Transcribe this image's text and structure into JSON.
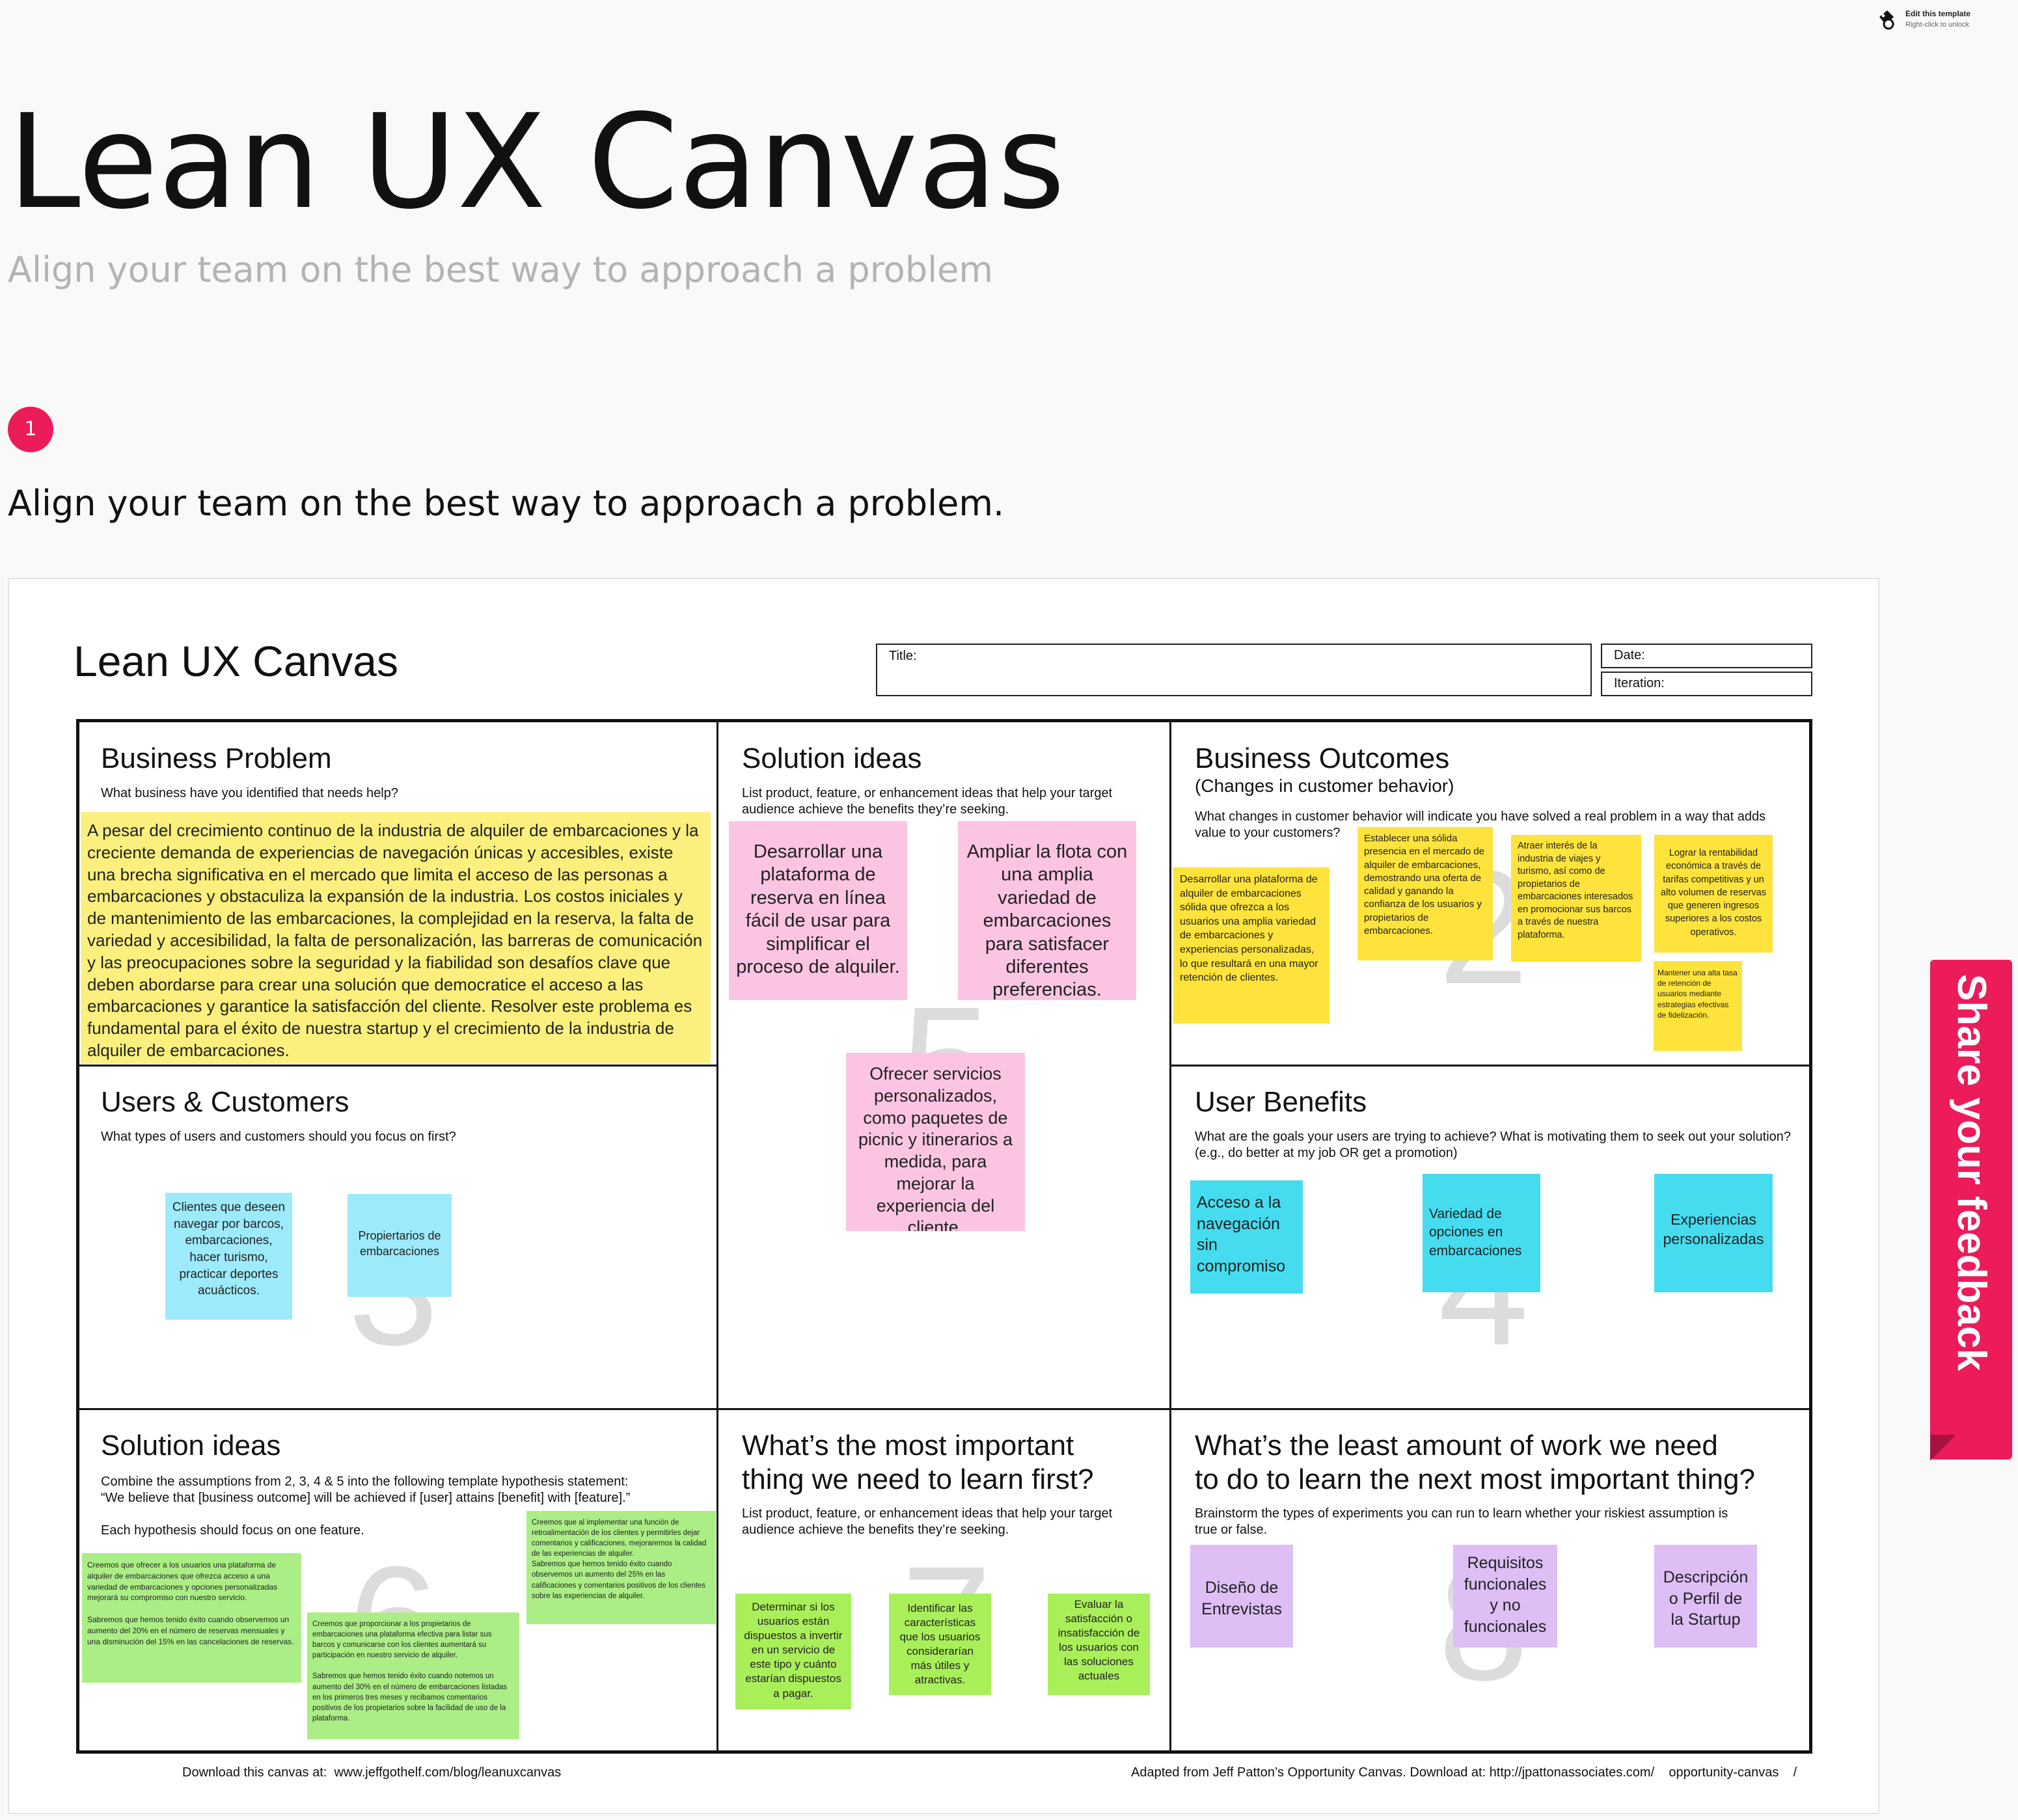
{
  "header": {
    "edit_template": {
      "title": "Edit this template",
      "subtitle": "Right-click to unlock",
      "icon": "edit-lock-icon"
    },
    "title": "Lean UX Canvas",
    "subtitle": "Align your team on the best way to approach a problem",
    "step_number": "1",
    "step_text": "Align your team on the best way to approach a problem."
  },
  "canvas": {
    "title": "Lean UX Canvas",
    "fields": {
      "title_label": "Title:",
      "date_label": "Date:",
      "iteration_label": "Iteration:"
    },
    "sections": {
      "business_problem": {
        "heading": "Business Problem",
        "description": "What business have you identified that needs help?",
        "note": "A pesar del crecimiento continuo de la industria de alquiler de embarcaciones y la creciente demanda de experiencias de navegación únicas y accesibles, existe una brecha significativa en el mercado que limita el acceso de las personas a embarcaciones y obstaculiza la expansión de la industria. Los costos iniciales y de mantenimiento de las embarcaciones, la complejidad en la reserva, la falta de variedad y accesibilidad, la falta de personalización, las barreras de comunicación y las preocupaciones sobre la seguridad y la fiabilidad son desafíos clave que deben abordarse para crear una solución que democratice el acceso a las embarcaciones y garantice la satisfacción del cliente. Resolver este problema es fundamental para el éxito de nuestra startup y el crecimiento de la industria de alquiler de embarcaciones."
      },
      "solution_ideas_top": {
        "heading": "Solution ideas",
        "description": "List product, feature, or enhancement ideas that help your target audience achieve the benefits they’re seeking.",
        "number": "5",
        "notes": [
          "Desarrollar una plataforma de reserva en línea fácil de usar para simplificar el proceso de alquiler.",
          "Ampliar la flota con una amplia variedad de embarcaciones para satisfacer diferentes preferencias.",
          "Ofrecer servicios personalizados, como paquetes de picnic y itinerarios a medida, para mejorar la experiencia del cliente."
        ]
      },
      "business_outcomes": {
        "heading": "Business Outcomes",
        "subheading": "(Changes in customer behavior)",
        "description": "What changes in customer behavior will indicate you have solved a real problem in a way that adds value to your customers?",
        "number": "2",
        "notes": [
          "Desarrollar una plataforma de alquiler de embarcaciones sólida que ofrezca a los usuarios una amplia variedad de embarcaciones y experiencias personalizadas, lo que resultará en una mayor retención de clientes.",
          "Establecer una sólida presencia en el mercado de alquiler de embarcaciones, demostrando una oferta de calidad y ganando la confianza de los usuarios y propietarios de embarcaciones.",
          "Atraer interés de la industria de viajes y turismo, así como de propietarios de embarcaciones interesados en promocionar sus barcos a través de nuestra plataforma.",
          "Lograr la rentabilidad económica a través de tarifas competitivas y un alto volumen de reservas que generen ingresos superiores a los costos operativos.",
          "Mantener una alta tasa de retención de usuarios mediante estrategias efectivas de fidelización."
        ]
      },
      "users_customers": {
        "heading": "Users & Customers",
        "description": "What types of users and customers should you focus on first?",
        "number": "3",
        "notes": [
          "Clientes que deseen navegar por barcos, embarcaciones, hacer turismo, practicar deportes acuácticos.",
          "Propiertarios de embarcaciones"
        ]
      },
      "user_benefits": {
        "heading": "User Benefits",
        "description": "What are the goals your users are trying to achieve? What is motivating them to seek out your solution? (e.g., do better at my job OR get a promotion)",
        "number": "4",
        "notes": [
          "Acceso a la navegación sin compromiso",
          "Variedad de opciones en embarcaciones",
          "Experiencias personalizadas"
        ]
      },
      "solution_ideas_bottom": {
        "heading": "Solution ideas",
        "description_line1": "Combine the assumptions from 2, 3, 4 & 5 into the following template hypothesis statement:",
        "description_line2": "“We believe that [business outcome] will be achieved if [user] attains [benefit] with [feature].”",
        "description_line3": "Each hypothesis should focus on one feature.",
        "number": "6",
        "notes": [
          "Creemos que ofrecer a los usuarios una plataforma de alquiler de embarcaciones que ofrezca acceso a una variedad de embarcaciones y opciones personalizadas mejorará su compromiso con nuestro servicio.\n\nSabremos que hemos tenido éxito cuando observemos un aumento del 20% en el número de reservas mensuales y una disminución del 15% en las cancelaciones de reservas.",
          "Creemos que proporcionar a los propietarios de embarcaciones una plataforma efectiva para listar sus barcos y comunicarse con los clientes aumentará su participación en nuestro servicio de alquiler.\n\nSabremos que hemos tenido éxito cuando notemos un aumento del 30% en el número de embarcaciones listadas en los primeros tres meses y recibamos comentarios positivos de los propietarios sobre la facilidad de uso de la plataforma.",
          "Creemos que al implementar una función de retroalimentación de los clientes y permitirles dejar comentarios y calificaciones, mejoraremos la calidad de las experiencias de alquiler.\nSabremos que hemos tenido éxito cuando observemos un aumento del 25% en las calificaciones y comentarios positivos de los clientes sobre las experiencias de alquiler."
        ]
      },
      "most_important": {
        "heading_line1": "What’s the most important",
        "heading_line2": "thing we need to learn first?",
        "description": "List product, feature, or enhancement ideas that help your target audience achieve the benefits they’re seeking.",
        "number": "7",
        "notes": [
          "Determinar si los usuarios están dispuestos a invertir en un servicio de este tipo y cuánto estarían dispuestos a pagar.",
          "Identificar las características que los usuarios considerarían más útiles y atractivas.",
          "Evaluar la satisfacción o insatisfacción de los usuarios con las soluciones actuales"
        ]
      },
      "least_work": {
        "heading_line1": "What’s the least amount of work we need",
        "heading_line2": "to do to learn the next most important thing?",
        "description": "Brainstorm the types of experiments you can run to learn whether your riskiest assumption is true or false.",
        "number": "8",
        "notes": [
          "Diseño de Entrevistas",
          "Requisitos funcionales y no funcionales",
          "Descripción o Perfil de la Startup"
        ]
      }
    },
    "footer": {
      "left_label": "Download this canvas at:",
      "left_link": "www.jeffgothelf.com/blog/leanuxcanvas",
      "right": "Adapted from Jeff Patton’s Opportunity Canvas. Download at: http://jpattonassociates.com/",
      "right_link": "opportunity-canvas",
      "right_slash": "/"
    }
  },
  "feedback": {
    "label": "Share your feedback"
  },
  "colors": {
    "accent": "#ec1b5a",
    "yellow": "#fde33b",
    "pink": "#fbc4e2",
    "cyan": "#45dcef",
    "light_blue": "#9ceafa",
    "green": "#abee86",
    "lime": "#a9ef5a",
    "purple": "#ddbef5"
  }
}
